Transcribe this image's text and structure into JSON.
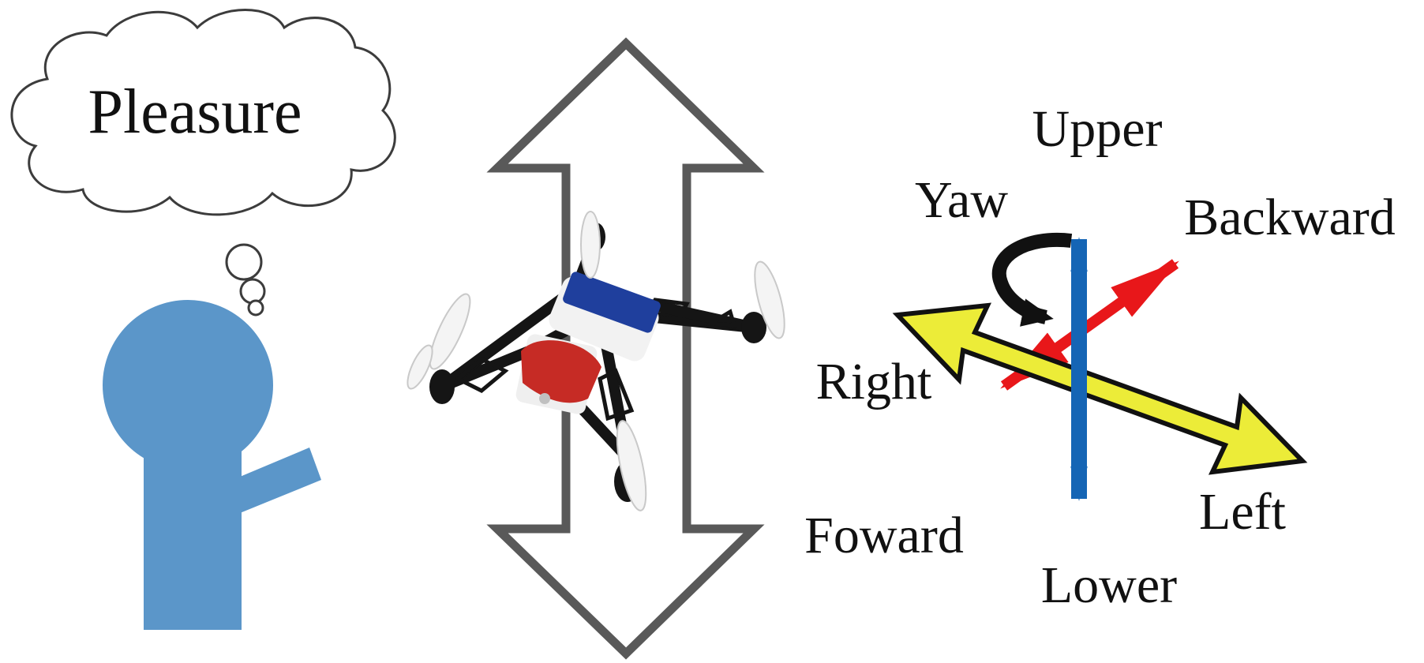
{
  "thought": {
    "text": "Pleasure"
  },
  "axes": {
    "upper": "Upper",
    "lower": "Lower",
    "yaw": "Yaw",
    "backward": "Backward",
    "forward": "Foward",
    "right": "Right",
    "left": "Left"
  },
  "colors": {
    "person": "#5b96c9",
    "vertical_axis": "#1565b5",
    "diagonal_red": "#e8171a",
    "diagonal_yellow": "#ecec38",
    "big_arrow_outline": "#595959",
    "drone_tape_red": "#c62b25",
    "drone_tape_blue": "#1f3f9d"
  },
  "icons": {
    "thought_bubble": "thought-bubble-icon",
    "person": "person-icon",
    "up_down_arrow": "up-down-arrow-icon",
    "drone": "drone-icon",
    "yaw_rotation": "rotation-arrow-icon"
  }
}
